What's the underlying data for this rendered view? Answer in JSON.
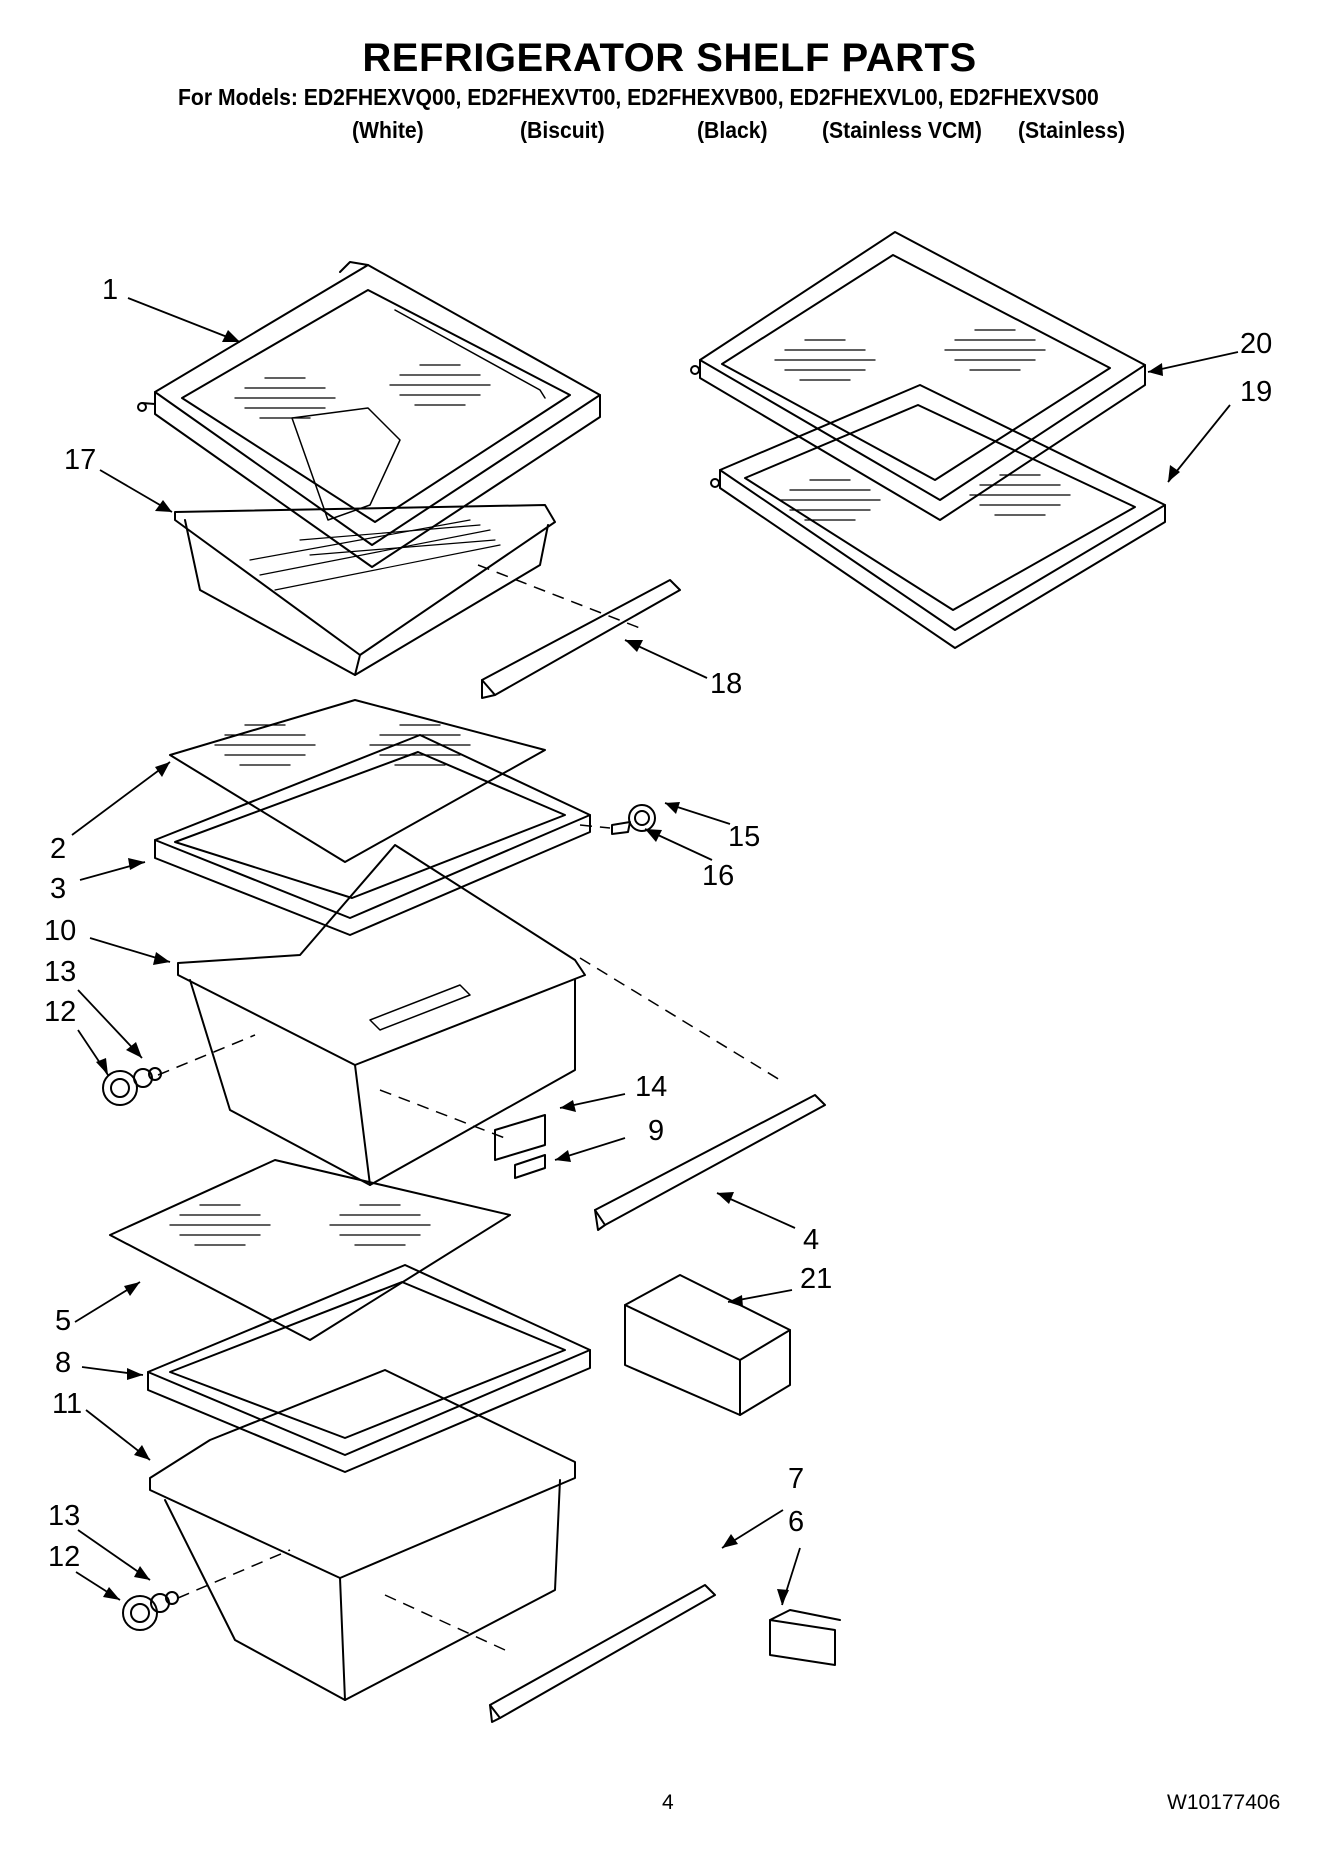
{
  "header": {
    "title": "REFRIGERATOR SHELF PARTS",
    "models_line": "For Models: ED2FHEXVQ00, ED2FHEXVT00, ED2FHEXVB00, ED2FHEXVL00, ED2FHEXVS00",
    "variants": [
      "(White)",
      "(Biscuit)",
      "(Black)",
      "(Stainless VCM)",
      "(Stainless)"
    ]
  },
  "callouts": [
    "1",
    "17",
    "20",
    "19",
    "18",
    "2",
    "3",
    "15",
    "16",
    "10",
    "13",
    "12",
    "14",
    "9",
    "4",
    "21",
    "5",
    "8",
    "11",
    "7",
    "6",
    "13",
    "12"
  ],
  "footer": {
    "page_number": "4",
    "document_number": "W10177406"
  }
}
